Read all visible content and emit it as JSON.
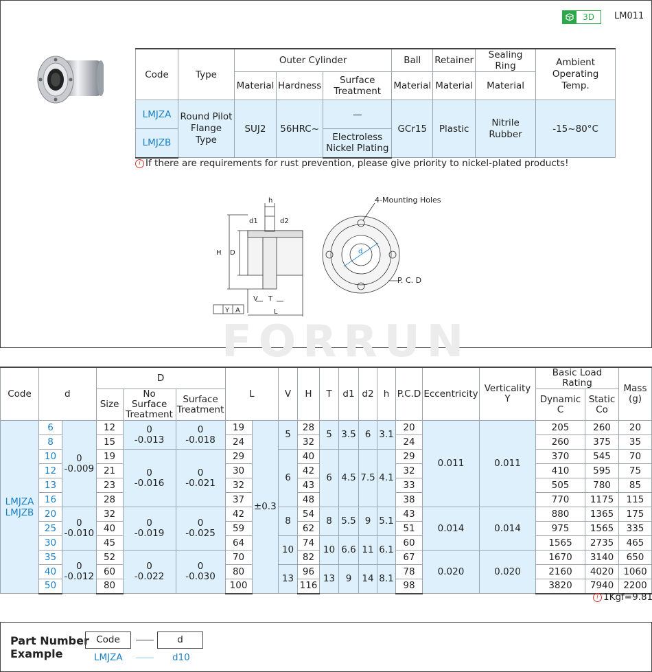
{
  "header": {
    "badge_3d": "3D",
    "code": "LM011"
  },
  "spec_table": {
    "headers": {
      "code": "Code",
      "type": "Type",
      "outer_cylinder": "Outer Cylinder",
      "ball": "Ball",
      "retainer": "Retainer",
      "sealing_ring": "Sealing Ring",
      "ambient": "Ambient Operating Temp.",
      "material": "Material",
      "hardness": "Hardness",
      "surface_treatment": "Surface Treatment"
    },
    "codes": [
      "LMJZA",
      "LMJZB"
    ],
    "type": "Round Pilot Flange Type",
    "outer_material": "SUJ2",
    "hardness": "56HRC~",
    "surface_a": "—",
    "surface_b": "Electroless Nickel Plating",
    "ball_material": "GCr15",
    "retainer_material": "Plastic",
    "sealing_material": "Nitrile Rubber",
    "temp": "-15~80°C"
  },
  "note": "If there are requirements for rust prevention, please give priority to nickel-plated products!",
  "drawing": {
    "mounting_holes": "4-Mounting Holes",
    "pcd": "P. C. D",
    "labels": [
      "h",
      "d1",
      "d2",
      "H",
      "D",
      "V",
      "T",
      "L",
      "Y",
      "A",
      "d"
    ]
  },
  "watermark": "FORRUN",
  "dim_table": {
    "headers": {
      "code": "Code",
      "d": "d",
      "D": "D",
      "size": "Size",
      "no_surface": "No Surface Treatment",
      "surface": "Surface Treatment",
      "L": "L",
      "V": "V",
      "H": "H",
      "T": "T",
      "d1": "d1",
      "d2": "d2",
      "h": "h",
      "pcd": "P.C.D",
      "eccentricity": "Eccentricity",
      "verticality": "Verticality",
      "verticality_sym": "Y",
      "basic_load": "Basic Load Rating",
      "dynamic": "Dynamic",
      "dynamic_sym": "C",
      "static": "Static",
      "static_sym": "Co",
      "mass": "Mass",
      "mass_unit": "(g)"
    },
    "codes": "LMJZA LMJZB",
    "l_tol": "±0.3",
    "rows": [
      {
        "d": "6",
        "size": "12",
        "L": "19",
        "H": "28",
        "pcd": "20",
        "C": "205",
        "Co": "260",
        "mass": "20"
      },
      {
        "d": "8",
        "size": "15",
        "L": "24",
        "H": "32",
        "pcd": "24",
        "C": "260",
        "Co": "375",
        "mass": "35"
      },
      {
        "d": "10",
        "size": "19",
        "L": "29",
        "H": "40",
        "pcd": "29",
        "C": "370",
        "Co": "545",
        "mass": "70"
      },
      {
        "d": "12",
        "size": "21",
        "L": "30",
        "H": "42",
        "pcd": "32",
        "C": "410",
        "Co": "595",
        "mass": "75"
      },
      {
        "d": "13",
        "size": "23",
        "L": "32",
        "H": "43",
        "pcd": "33",
        "C": "505",
        "Co": "780",
        "mass": "85"
      },
      {
        "d": "16",
        "size": "28",
        "L": "37",
        "H": "48",
        "pcd": "38",
        "C": "770",
        "Co": "1175",
        "mass": "115"
      },
      {
        "d": "20",
        "size": "32",
        "L": "42",
        "H": "54",
        "pcd": "43",
        "C": "880",
        "Co": "1365",
        "mass": "175"
      },
      {
        "d": "25",
        "size": "40",
        "L": "59",
        "H": "62",
        "pcd": "51",
        "C": "975",
        "Co": "1565",
        "mass": "335"
      },
      {
        "d": "30",
        "size": "45",
        "L": "64",
        "H": "74",
        "pcd": "60",
        "C": "1565",
        "Co": "2735",
        "mass": "465"
      },
      {
        "d": "35",
        "size": "52",
        "L": "70",
        "H": "82",
        "pcd": "67",
        "C": "1670",
        "Co": "3140",
        "mass": "650"
      },
      {
        "d": "40",
        "size": "60",
        "L": "80",
        "H": "96",
        "pcd": "78",
        "C": "2160",
        "Co": "4020",
        "mass": "1060"
      },
      {
        "d": "50",
        "size": "80",
        "L": "100",
        "H": "116",
        "pcd": "98",
        "C": "3820",
        "Co": "7940",
        "mass": "2200"
      }
    ],
    "d_tol": [
      {
        "a": "0",
        "b": "-0.009"
      },
      {
        "a": "0",
        "b": "-0.010"
      },
      {
        "a": "0",
        "b": "-0.012"
      }
    ],
    "D_no": [
      {
        "a": "0",
        "b": "-0.013"
      },
      {
        "a": "0",
        "b": "-0.016"
      },
      {
        "a": "0",
        "b": "-0.019"
      },
      {
        "a": "0",
        "b": "-0.022"
      }
    ],
    "D_sf": [
      {
        "a": "0",
        "b": "-0.018"
      },
      {
        "a": "0",
        "b": "-0.021"
      },
      {
        "a": "0",
        "b": "-0.025"
      },
      {
        "a": "0",
        "b": "-0.030"
      }
    ],
    "V": [
      "5",
      "6",
      "8",
      "10",
      "13"
    ],
    "T": [
      "5",
      "6",
      "8",
      "10",
      "13"
    ],
    "d1": [
      "3.5",
      "4.5",
      "5.5",
      "6.6",
      "9"
    ],
    "d2": [
      "6",
      "7.5",
      "9",
      "11",
      "14"
    ],
    "h": [
      "3.1",
      "4.1",
      "5.1",
      "6.1",
      "8.1"
    ],
    "ecc": [
      "0.011",
      "0.014",
      "0.020"
    ],
    "vert": [
      "0.011",
      "0.014",
      "0.020"
    ]
  },
  "kgf_note": "1Kgf=9.81N",
  "part_number": {
    "title_1": "Part Number",
    "title_2": "Example",
    "col1": "Code",
    "col2": "d",
    "ex1": "LMJZA",
    "ex2": "d10"
  }
}
